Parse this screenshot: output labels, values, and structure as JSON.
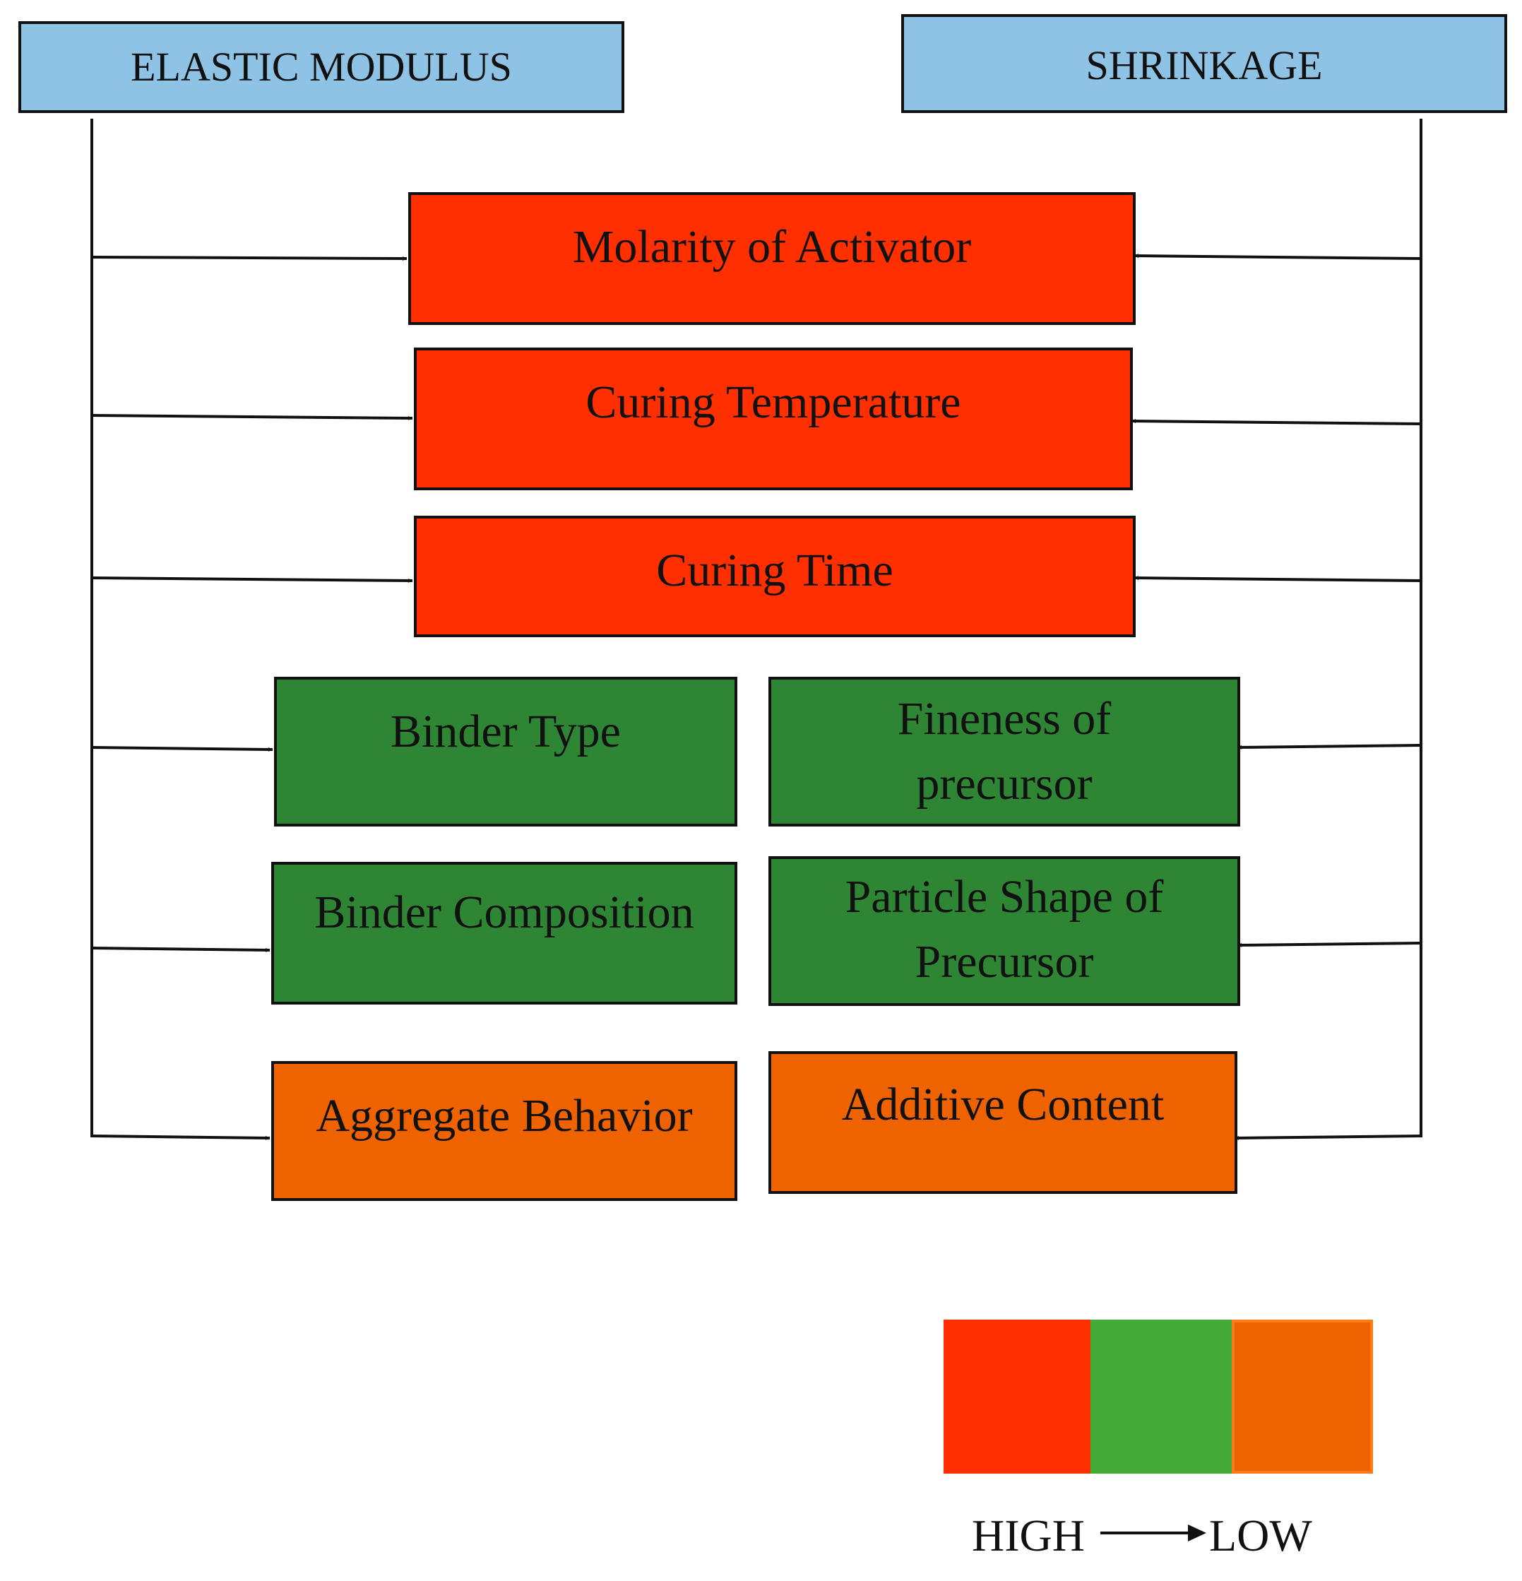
{
  "headers": {
    "elastic_modulus": "ELASTIC MODULUS",
    "shrinkage": "SHRINKAGE"
  },
  "factors": {
    "molarity": "Molarity of Activator",
    "curing_temperature": "Curing Temperature",
    "curing_time": "Curing Time",
    "binder_type": "Binder Type",
    "fineness": "Fineness of precursor",
    "binder_composition": "Binder Composition",
    "particle_shape": "Particle Shape of Precursor",
    "aggregate_behavior": "Aggregate Behavior",
    "additive_content": "Additive Content"
  },
  "legend": {
    "high_label": "HIGH",
    "low_label": "LOW",
    "colors": [
      "#ff2f00",
      "#45ab38",
      "#ee6300"
    ]
  },
  "colors": {
    "header_fill": "#8fc3e6",
    "high_fill": "#ff2f00",
    "medium_fill": "#2e8533",
    "low_fill": "#ee6300"
  }
}
